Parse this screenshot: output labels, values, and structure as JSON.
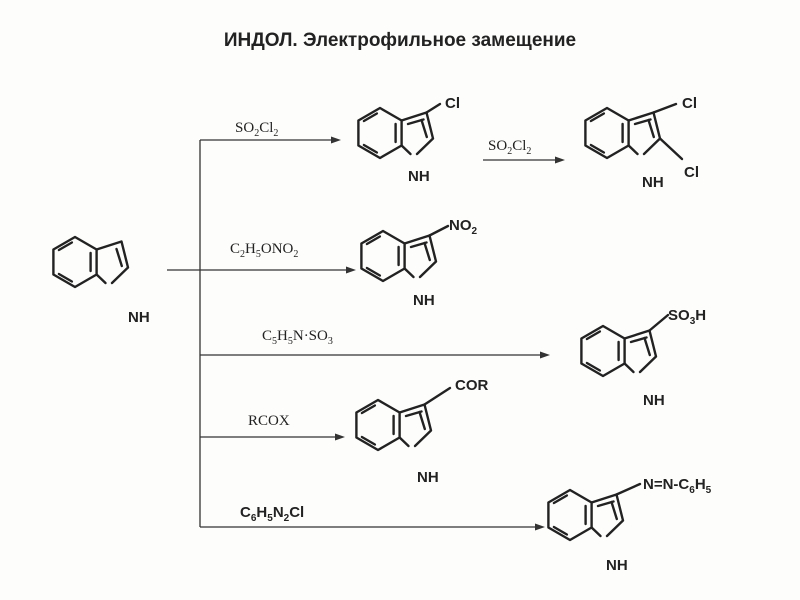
{
  "title": "ИНДОЛ. Электрофильное замещение",
  "atoms": {
    "nh": "NH",
    "cl": "Cl",
    "no2_main": "NO",
    "no2_sub": "2",
    "so3h_a": "SO",
    "so3h_sub": "3",
    "so3h_b": "H",
    "cor": "COR",
    "azo_a": "N=N-C",
    "azo_sub1": "6",
    "azo_b": "H",
    "azo_sub2": "5"
  },
  "reagents": {
    "so2cl2": {
      "a": "SO",
      "s1": "2",
      "b": "Cl",
      "s2": "2"
    },
    "ethyl_nitrite": {
      "a": "C",
      "s1": "2",
      "b": "H",
      "s2": "5",
      "c": "ONO",
      "s3": "2"
    },
    "pyridine_so3": {
      "a": "C",
      "s1": "5",
      "b": "H",
      "s2": "5",
      "c": "N·SO",
      "s3": "3"
    },
    "acyl_halide": "RCOX",
    "diazonium": {
      "a": "C",
      "s1": "6",
      "b": "H",
      "s2": "5",
      "c": "N",
      "s3": "2",
      "d": "Cl"
    }
  }
}
